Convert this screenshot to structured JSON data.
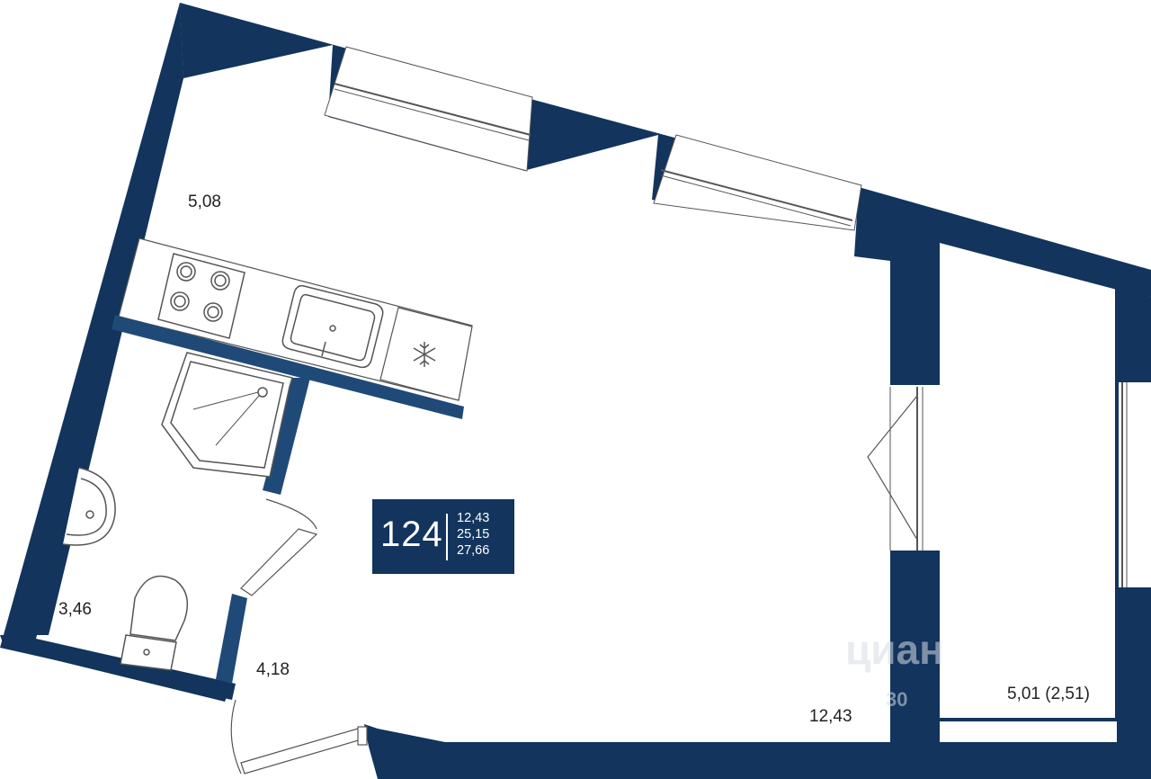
{
  "badge": {
    "number": "124",
    "areas": [
      "12,43",
      "25,15",
      "27,66"
    ]
  },
  "rooms": {
    "kitchen_area": "5,08",
    "bathroom_area": "3,46",
    "hall_area": "4,18",
    "living_area": "12,43",
    "balcony_area": "5,01 (2,51)"
  },
  "watermark": {
    "brand": "циан",
    "sub": "30"
  },
  "colors": {
    "wall": "#12345d",
    "inner_wall": "#1f4a78",
    "line": "#555555"
  },
  "icons": [
    "stove-icon",
    "sink-icon",
    "snowflake-icon",
    "shower-icon",
    "washbasin-icon",
    "toilet-icon"
  ]
}
